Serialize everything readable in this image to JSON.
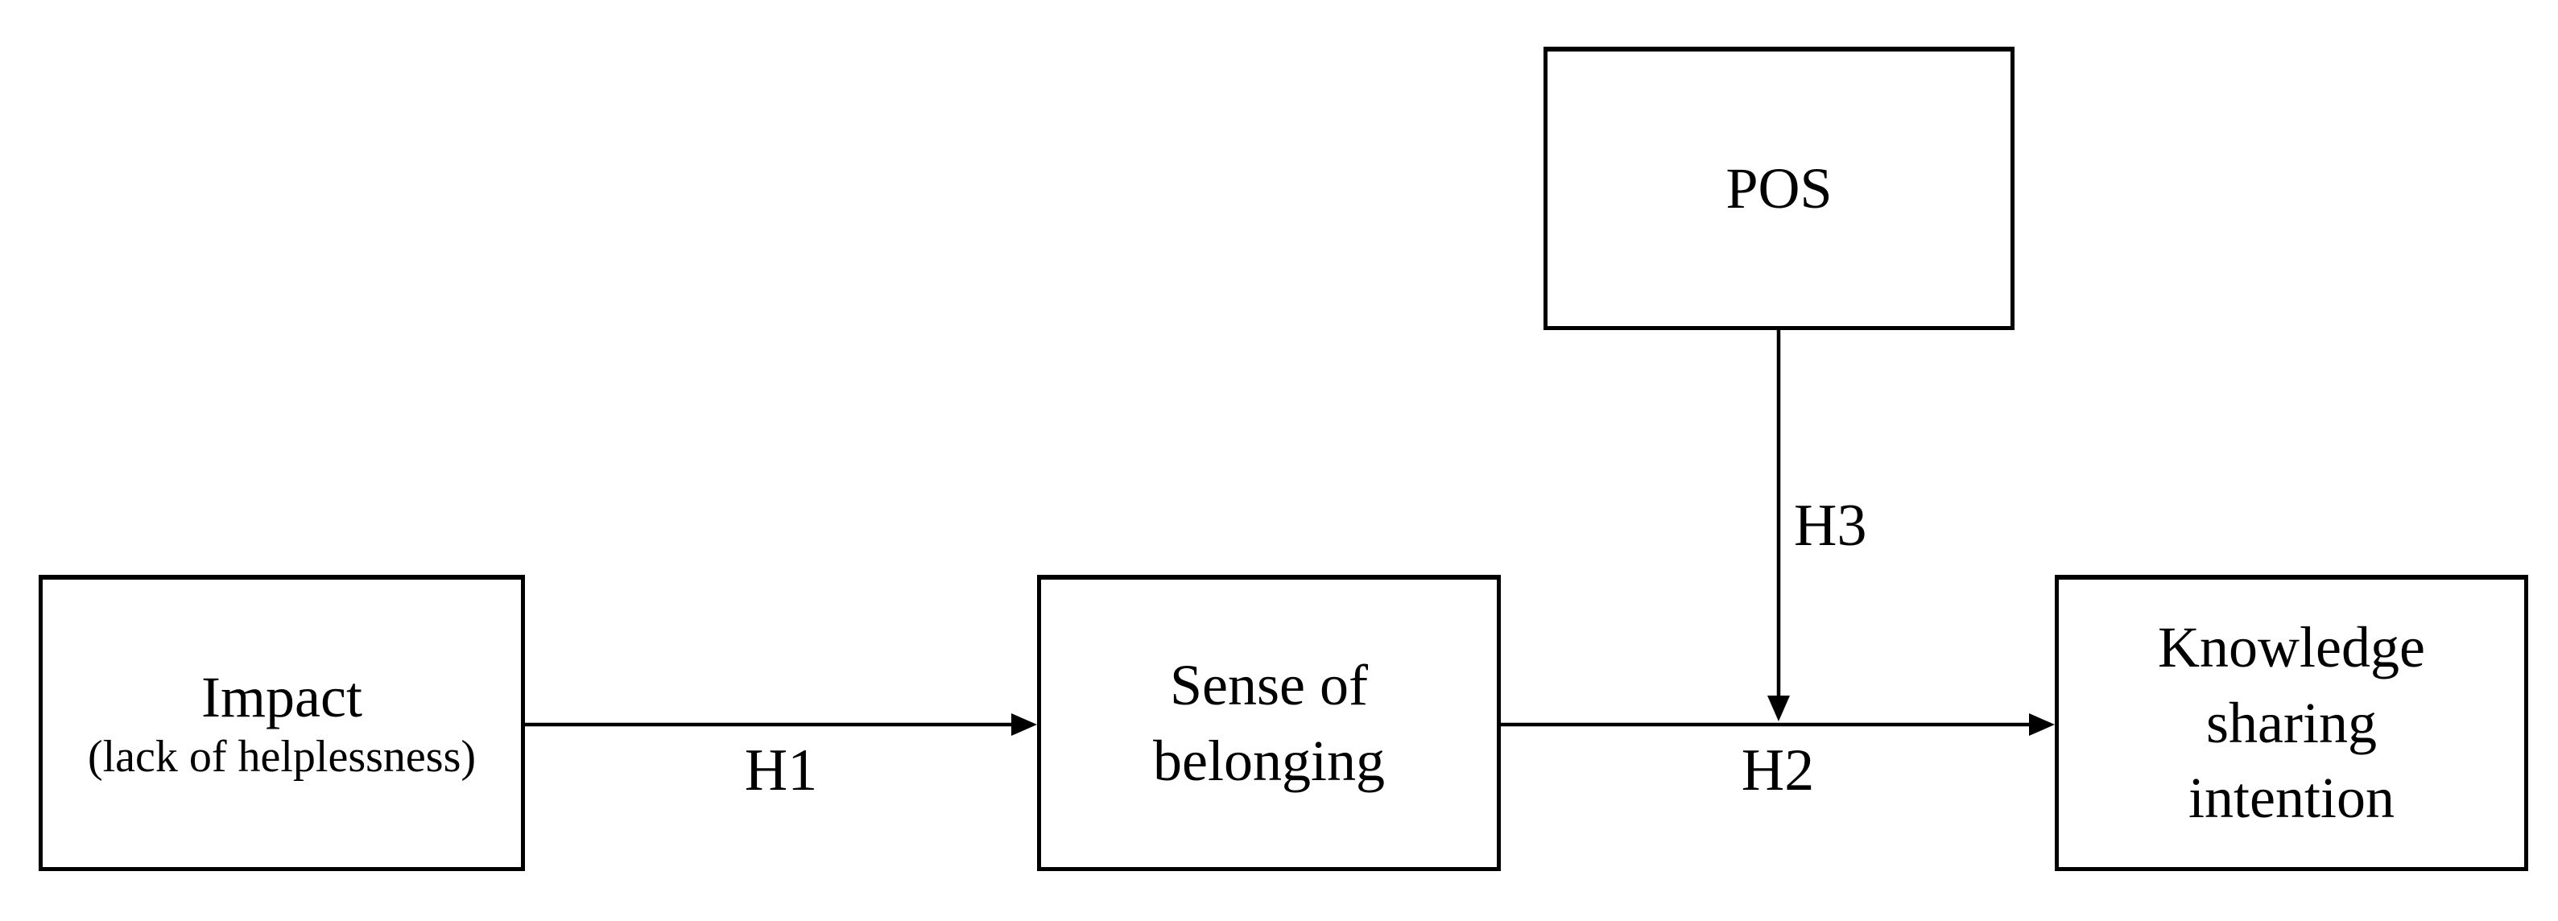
{
  "diagram": {
    "background_color": "#ffffff",
    "line_color": "#000000",
    "text_color": "#000000",
    "nodes": {
      "impact": {
        "label": "Impact",
        "sublabel": "(lack of helplessness)"
      },
      "sense_of_belonging": {
        "label": "Sense of belonging"
      },
      "pos": {
        "label": "POS"
      },
      "knowledge_sharing_intention": {
        "label": "Knowledge sharing intention"
      }
    },
    "edges": {
      "h1": {
        "label": "H1",
        "from": "impact",
        "to": "sense_of_belonging",
        "style": "solid-arrow"
      },
      "h2": {
        "label": "H2",
        "from": "sense_of_belonging",
        "to": "knowledge_sharing_intention",
        "style": "solid-arrow"
      },
      "h3": {
        "label": "H3",
        "from": "pos",
        "to": "h2_path",
        "style": "solid-arrow"
      }
    }
  }
}
